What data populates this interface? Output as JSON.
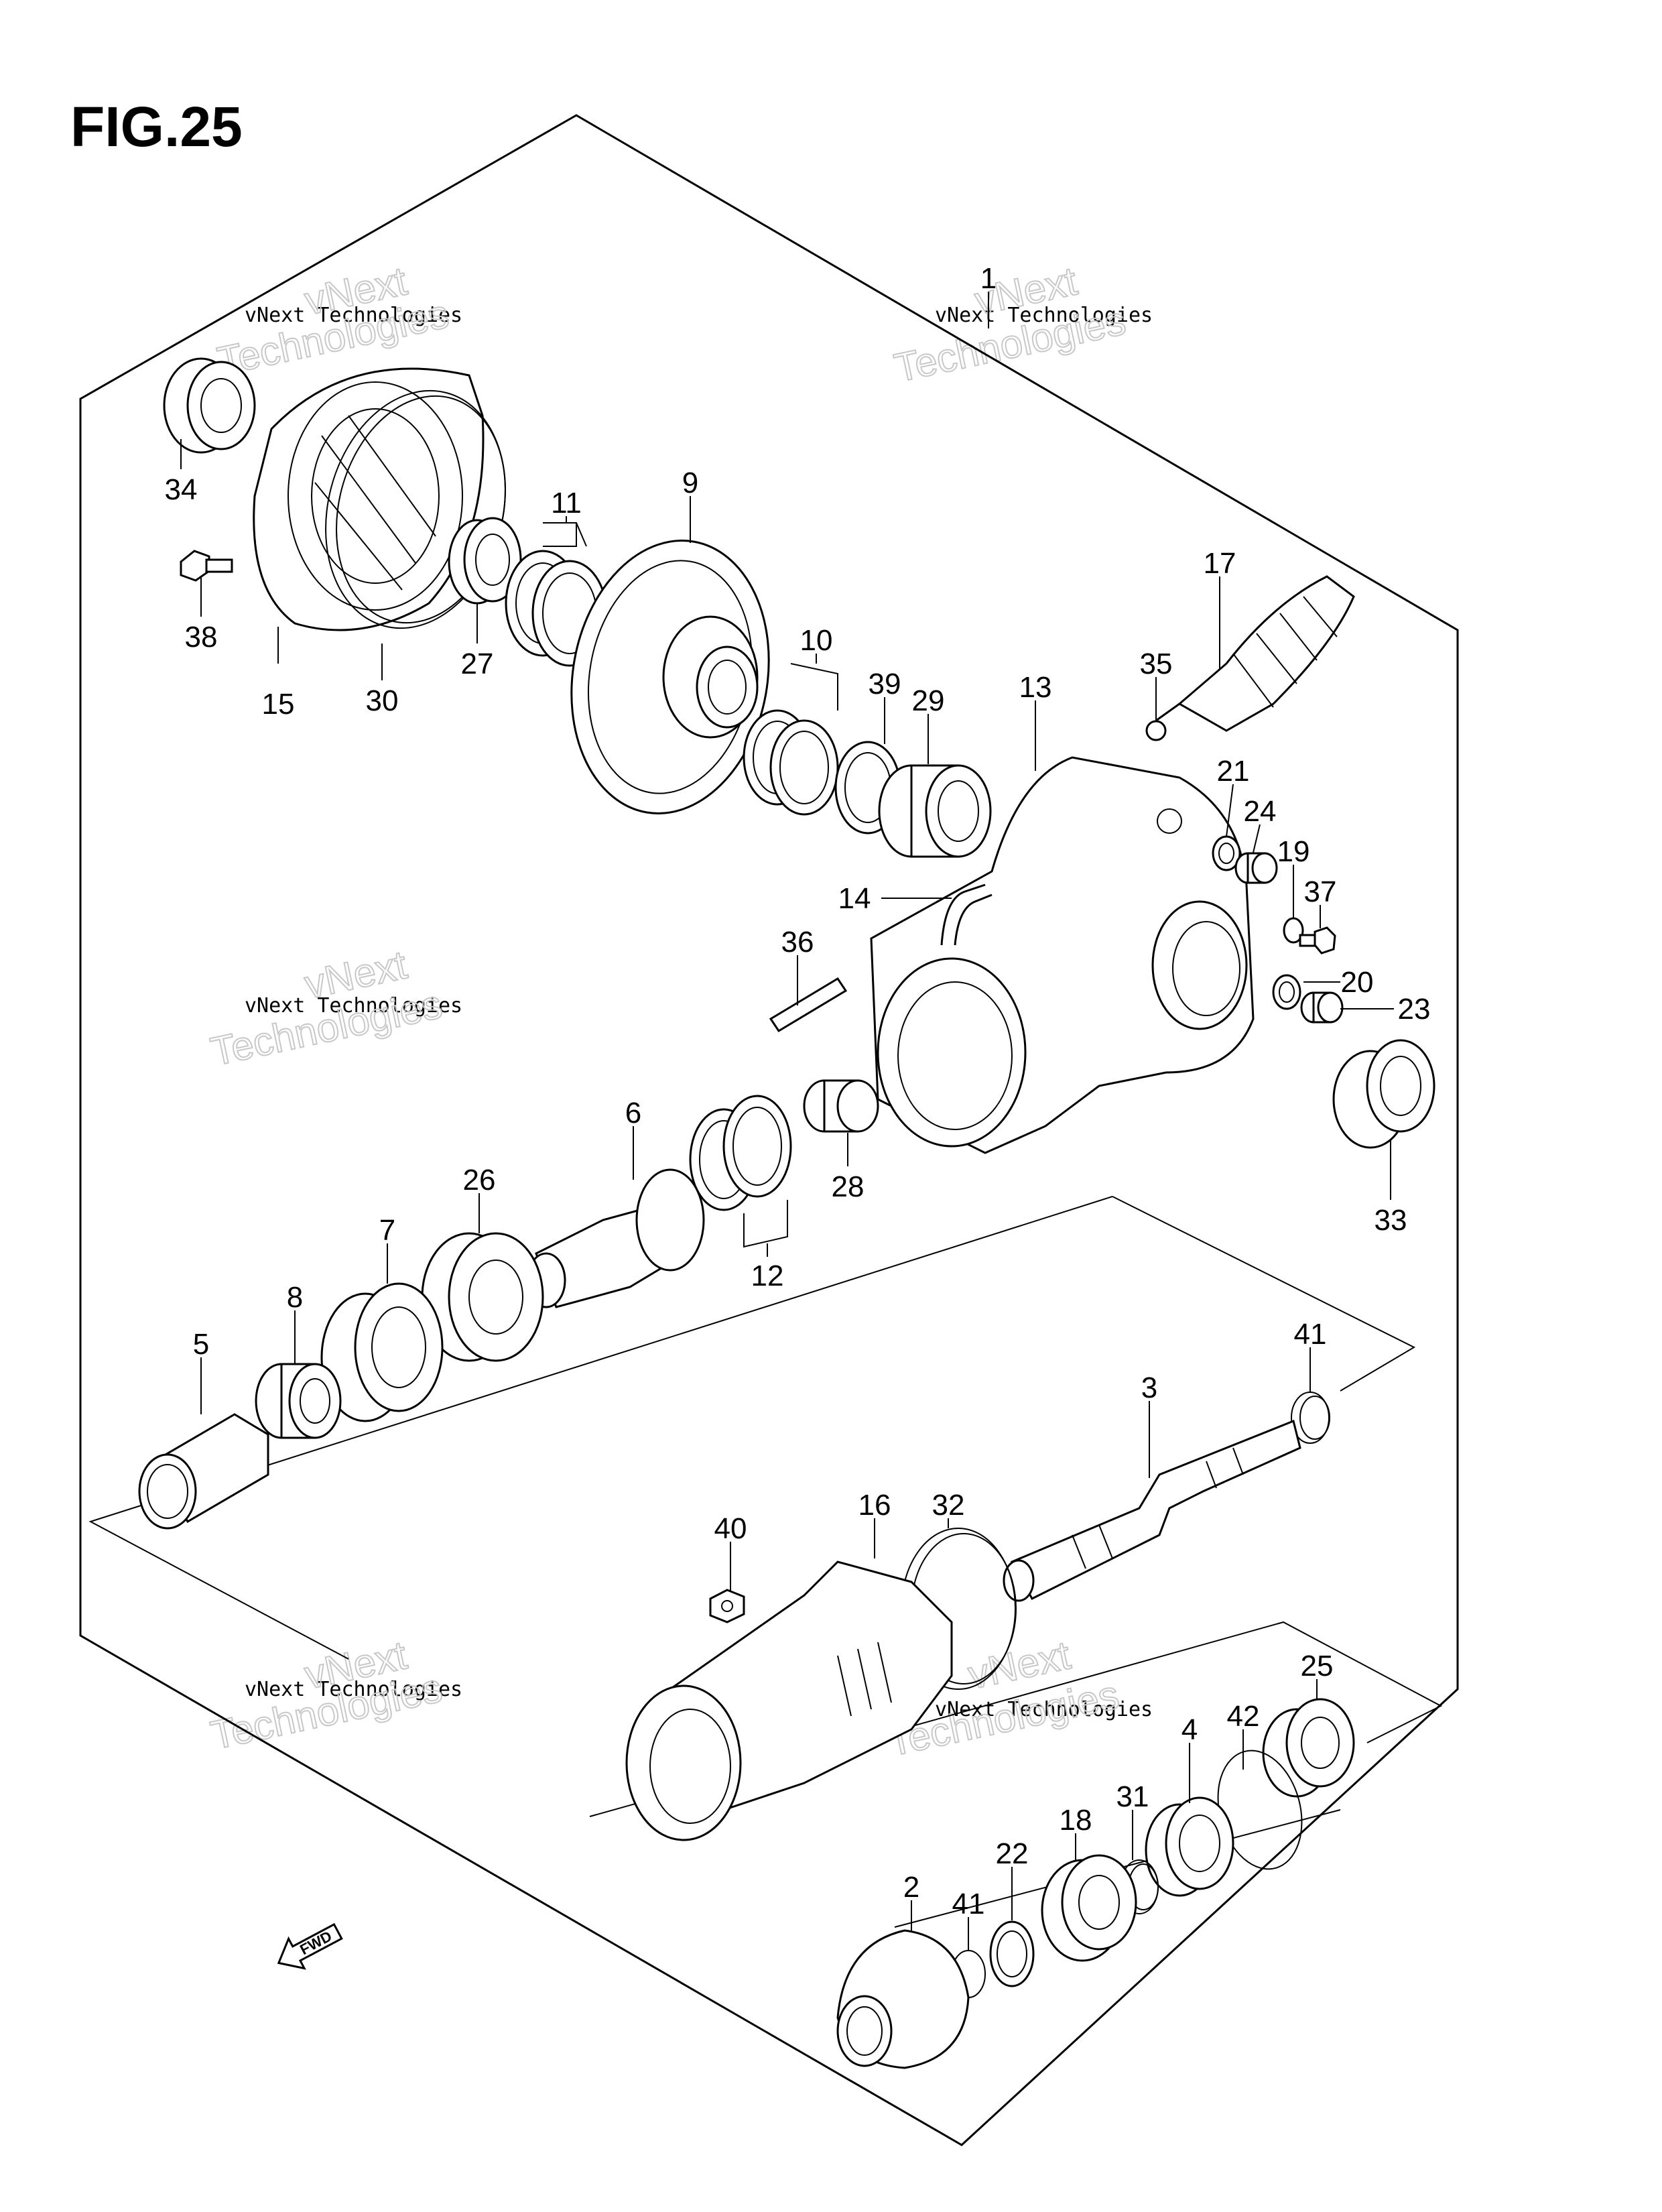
{
  "figure": {
    "title": "FIG.25",
    "watermark_small": "vNext Technologies",
    "watermark_line1": "vNext",
    "watermark_line2": "Technologies",
    "fwd_label": "FWD"
  },
  "callouts": [
    {
      "id": "c1",
      "text": "1"
    },
    {
      "id": "c2",
      "text": "2"
    },
    {
      "id": "c3",
      "text": "3"
    },
    {
      "id": "c4",
      "text": "4"
    },
    {
      "id": "c5",
      "text": "5"
    },
    {
      "id": "c6",
      "text": "6"
    },
    {
      "id": "c7",
      "text": "7"
    },
    {
      "id": "c8",
      "text": "8"
    },
    {
      "id": "c9",
      "text": "9"
    },
    {
      "id": "c10",
      "text": "10"
    },
    {
      "id": "c11",
      "text": "11"
    },
    {
      "id": "c12",
      "text": "12"
    },
    {
      "id": "c13",
      "text": "13"
    },
    {
      "id": "c14",
      "text": "14"
    },
    {
      "id": "c15",
      "text": "15"
    },
    {
      "id": "c16",
      "text": "16"
    },
    {
      "id": "c17",
      "text": "17"
    },
    {
      "id": "c18",
      "text": "18"
    },
    {
      "id": "c19",
      "text": "19"
    },
    {
      "id": "c20",
      "text": "20"
    },
    {
      "id": "c21",
      "text": "21"
    },
    {
      "id": "c22",
      "text": "22"
    },
    {
      "id": "c23",
      "text": "23"
    },
    {
      "id": "c24",
      "text": "24"
    },
    {
      "id": "c25",
      "text": "25"
    },
    {
      "id": "c26",
      "text": "26"
    },
    {
      "id": "c27",
      "text": "27"
    },
    {
      "id": "c28",
      "text": "28"
    },
    {
      "id": "c29",
      "text": "29"
    },
    {
      "id": "c30",
      "text": "30"
    },
    {
      "id": "c31",
      "text": "31"
    },
    {
      "id": "c32",
      "text": "32"
    },
    {
      "id": "c33",
      "text": "33"
    },
    {
      "id": "c34",
      "text": "34"
    },
    {
      "id": "c35",
      "text": "35"
    },
    {
      "id": "c36",
      "text": "36"
    },
    {
      "id": "c37",
      "text": "37"
    },
    {
      "id": "c38",
      "text": "38"
    },
    {
      "id": "c39",
      "text": "39"
    },
    {
      "id": "c40",
      "text": "40"
    },
    {
      "id": "c41a",
      "text": "41"
    },
    {
      "id": "c41b",
      "text": "41"
    },
    {
      "id": "c42",
      "text": "42"
    }
  ]
}
